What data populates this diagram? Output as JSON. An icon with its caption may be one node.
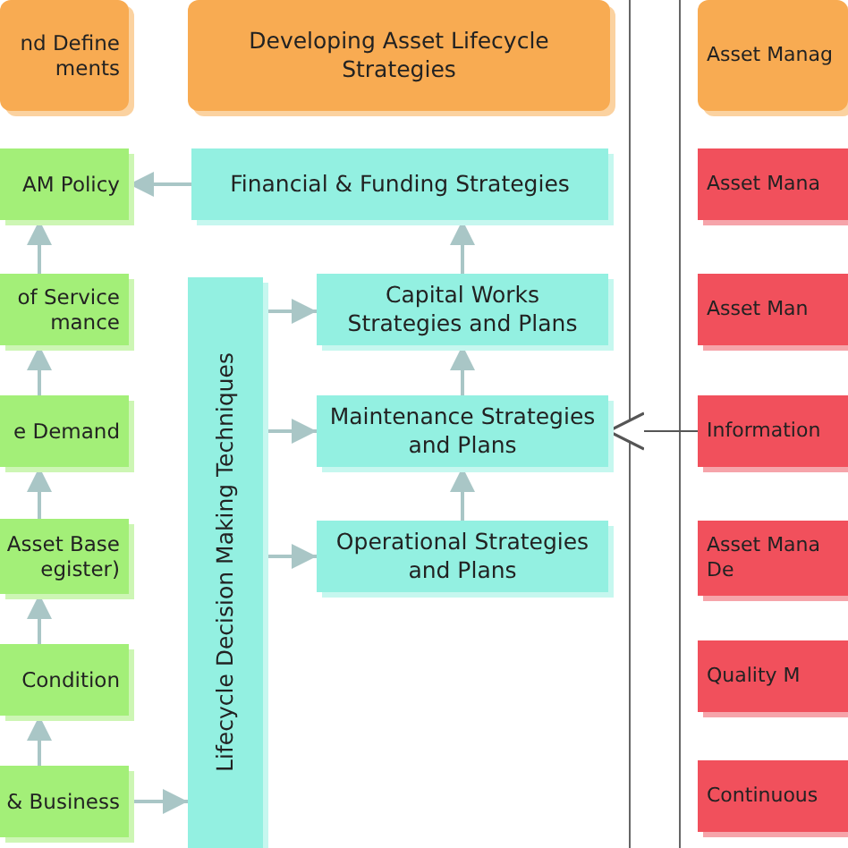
{
  "diagram": {
    "nodes": [
      {
        "text": [
          "nd Define ments"
        ]
      },
      {
        "text": [
          "Developing Asset Lifecycle Strategies"
        ]
      },
      {
        "text": [
          "Asset Manag"
        ]
      },
      {
        "text": [
          "AM Policy"
        ]
      },
      {
        "text": [
          "of Service mance"
        ]
      },
      {
        "text": [
          "e Demand"
        ]
      },
      {
        "text": [
          "Asset Base egister)"
        ]
      },
      {
        "text": [
          "Condition"
        ]
      },
      {
        "text": [
          "& Business"
        ]
      },
      {
        "text": [
          "Financial & Funding Strategies"
        ]
      },
      {
        "text": [
          "Lifecycle Decision Making Techniques"
        ]
      },
      {
        "text": [
          "Capital Works Strategies and Plans"
        ]
      },
      {
        "text": [
          "Maintenance Strategies and Plans"
        ]
      },
      {
        "text": [
          "Operational Strategies and Plans"
        ]
      },
      {
        "text": [
          "Asset Mana"
        ]
      },
      {
        "text": [
          "Asset Man"
        ]
      },
      {
        "text": [
          "Information"
        ]
      },
      {
        "text": [
          "Asset Mana De"
        ]
      },
      {
        "text": [
          "Quality M"
        ]
      },
      {
        "text": [
          "Continuous"
        ]
      }
    ],
    "edges": [
      {
        "from": 9,
        "to": 3,
        "arrow": "to"
      },
      {
        "from": 4,
        "to": 3,
        "arrow": "to"
      },
      {
        "from": 5,
        "to": 4,
        "arrow": "to"
      },
      {
        "from": 6,
        "to": 5,
        "arrow": "to"
      },
      {
        "from": 7,
        "to": 6,
        "arrow": "to"
      },
      {
        "from": 8,
        "to": 7,
        "arrow": "to"
      },
      {
        "from": 8,
        "to": 10,
        "arrow": "to"
      },
      {
        "from": 10,
        "to": 11,
        "arrow": "to"
      },
      {
        "from": 10,
        "to": 12,
        "arrow": "to"
      },
      {
        "from": 10,
        "to": 13,
        "arrow": "to"
      },
      {
        "from": 11,
        "to": 9,
        "arrow": "to"
      },
      {
        "from": 12,
        "to": 11,
        "arrow": "to"
      },
      {
        "from": 13,
        "to": 12,
        "arrow": "to"
      },
      {
        "from": 16,
        "to": 12,
        "arrow": "to",
        "color": "#555555"
      }
    ]
  }
}
